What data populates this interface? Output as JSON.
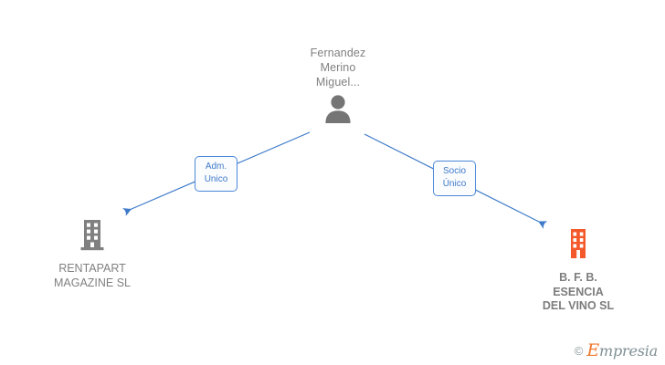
{
  "diagram": {
    "type": "corporate-relationship-tree",
    "background_color": "#ffffff",
    "person": {
      "name": "Fernandez\nMerino\nMiguel...",
      "icon": "person-icon",
      "icon_color": "#757575"
    },
    "relations": [
      {
        "id": "adm-unico",
        "label": "Adm.\nUnico",
        "border_color": "#4a87d8",
        "text_color": "#3d7ac9",
        "target": "rentapart-magazine-sl"
      },
      {
        "id": "socio-unico",
        "label": "Socio\nÚnico",
        "border_color": "#4a87d8",
        "text_color": "#3d7ac9",
        "target": "bfb-esencia-del-vino-sl"
      }
    ],
    "companies": [
      {
        "id": "rentapart-magazine-sl",
        "label": "RENTAPART\nMAGAZINE SL",
        "icon": "building-icon",
        "icon_color": "#808080",
        "text_color": "#808080",
        "bold": false
      },
      {
        "id": "bfb-esencia-del-vino-sl",
        "label": "B.  F. B.\nESENCIA\nDEL VINO SL",
        "icon": "building-icon",
        "icon_color": "#f4592c",
        "text_color": "#7d7d7d",
        "bold": true
      }
    ],
    "edge_color": "#3d7ac9"
  },
  "watermark": {
    "copyright_symbol": "©",
    "brand_first_letter": "E",
    "brand_rest": "mpresia",
    "brand_accent_color": "#f0792e",
    "brand_text_color": "#7e8f94"
  }
}
